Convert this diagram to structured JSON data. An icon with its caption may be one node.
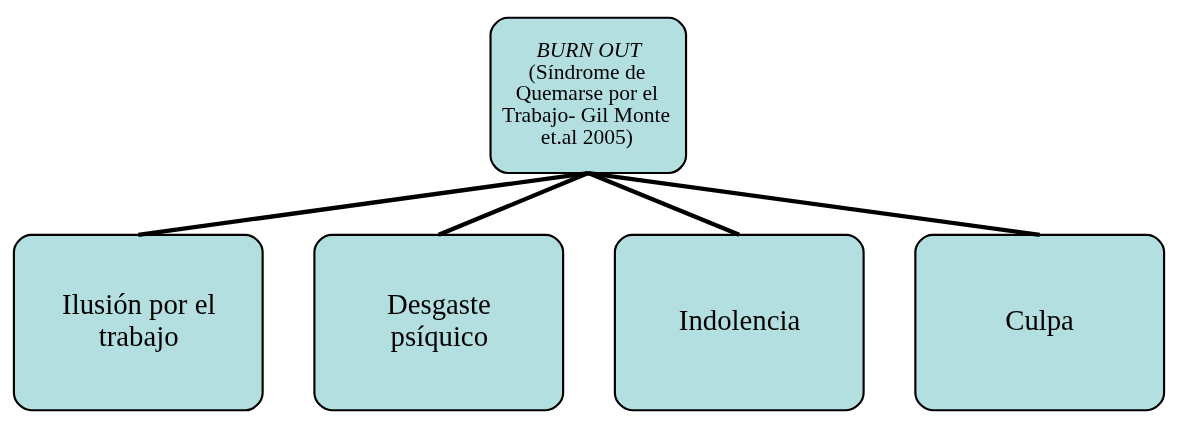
{
  "diagram": {
    "nodes": [
      {
        "text": [
          "BURN OUT",
          "(Síndrome de Quemarse por el Trabajo- Gil Monte et.al 2005)"
        ]
      },
      {
        "text": [
          "Ilusión por el trabajo"
        ]
      },
      {
        "text": [
          "Desgaste psíquico"
        ]
      },
      {
        "text": [
          "Indolencia"
        ]
      },
      {
        "text": [
          "Culpa"
        ]
      }
    ],
    "edges": [
      {
        "from": 0,
        "to": 1,
        "arrow": "none"
      },
      {
        "from": 0,
        "to": 2,
        "arrow": "none"
      },
      {
        "from": 0,
        "to": 3,
        "arrow": "none"
      },
      {
        "from": 0,
        "to": 4,
        "arrow": "none"
      }
    ]
  }
}
